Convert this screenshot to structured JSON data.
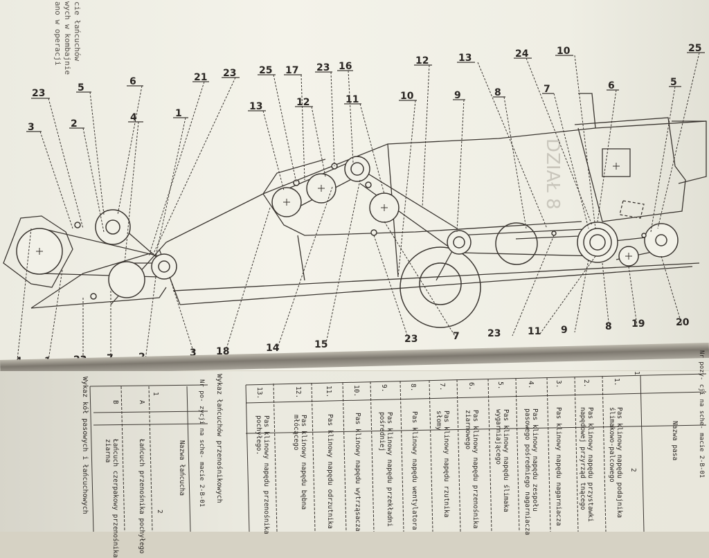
{
  "top_caption": [
    "cie łańcuchów",
    "wych w kombajnie",
    "ano w operacji"
  ],
  "callouts_top": [
    "23",
    "5",
    "6",
    "3",
    "2",
    "4",
    "21",
    "23",
    "1",
    "25",
    "17",
    "23",
    "16",
    "13",
    "12",
    "11",
    "12",
    "13",
    "10",
    "9",
    "8",
    "24",
    "10",
    "7",
    "6",
    "25",
    "5"
  ],
  "callouts_bottom": [
    "4",
    "1",
    "22",
    "7",
    "2",
    "3",
    "18",
    "14",
    "15",
    "23",
    "7",
    "23",
    "11",
    "9",
    "8",
    "19",
    "20"
  ],
  "watermark_text": "DZIAŁ 8",
  "belt_table": {
    "header_nr": [
      "Nr",
      "pozy-",
      "cji",
      "na",
      "sche-",
      "macie",
      "2-B-01"
    ],
    "header_name": "Nazwa pasa",
    "col_numbers": [
      "1",
      "2"
    ],
    "rows": [
      {
        "nr": "1.",
        "name": [
          "Pas klinowy napędu podajnika",
          "ślimakowo-palcowego"
        ]
      },
      {
        "nr": "2.",
        "name": [
          "Pas klinowy napędu przystawki",
          "napędowej przyrząd tnącego"
        ]
      },
      {
        "nr": "3.",
        "name": [
          "Pas klinowy napędu nagarniacza"
        ]
      },
      {
        "nr": "4.",
        "name": [
          "Pas klinowy napędu zespołu",
          "pasowego pośredniego nagarniacza"
        ]
      },
      {
        "nr": "5.",
        "name": [
          "Pas klinowy napędu ślimaka",
          "wygarniającego"
        ]
      },
      {
        "nr": "6.",
        "name": [
          "Pas klinowy napędu przenośnika",
          "ziarnowego"
        ]
      },
      {
        "nr": "7.",
        "name": [
          "Pas klinowy napędu rzutnika",
          "słomy"
        ]
      },
      {
        "nr": "8.",
        "name": [
          "Pas klinowy napędu wentylatora"
        ]
      },
      {
        "nr": "9.",
        "name": [
          "Pas klinowy napędu przekładni",
          "pośredniej"
        ]
      },
      {
        "nr": "10.",
        "name": [
          "Pas klinowy napędu wytrząsacza"
        ]
      },
      {
        "nr": "11.",
        "name": [
          "Pas klinowy napędu odrzutnika"
        ]
      },
      {
        "nr": "12.",
        "name": [
          "Pas klinowy napędu bębna",
          "młócącego"
        ]
      },
      {
        "nr": "13.",
        "name": [
          "Pas klinowy napędu przenośnika",
          "pochyłego."
        ]
      }
    ]
  },
  "chain_table": {
    "title": "Wykaz łańcuchów przenośnikowych",
    "header_nr": [
      "Nr po-",
      "zycji",
      "na sche-",
      "macie",
      "2-B-01"
    ],
    "header_name": "Nazwa łańcucha",
    "col_numbers": [
      "1",
      "2"
    ],
    "rows": [
      {
        "nr": "A",
        "name": [
          "Łańcuch przenośnika pochyłego"
        ]
      },
      {
        "nr": "B",
        "name": [
          "Łańcuch czerpakowy przenośnika",
          "ziarna"
        ]
      }
    ]
  },
  "bottom_title": "Wykaz kół pasowych i łańcuchowych"
}
